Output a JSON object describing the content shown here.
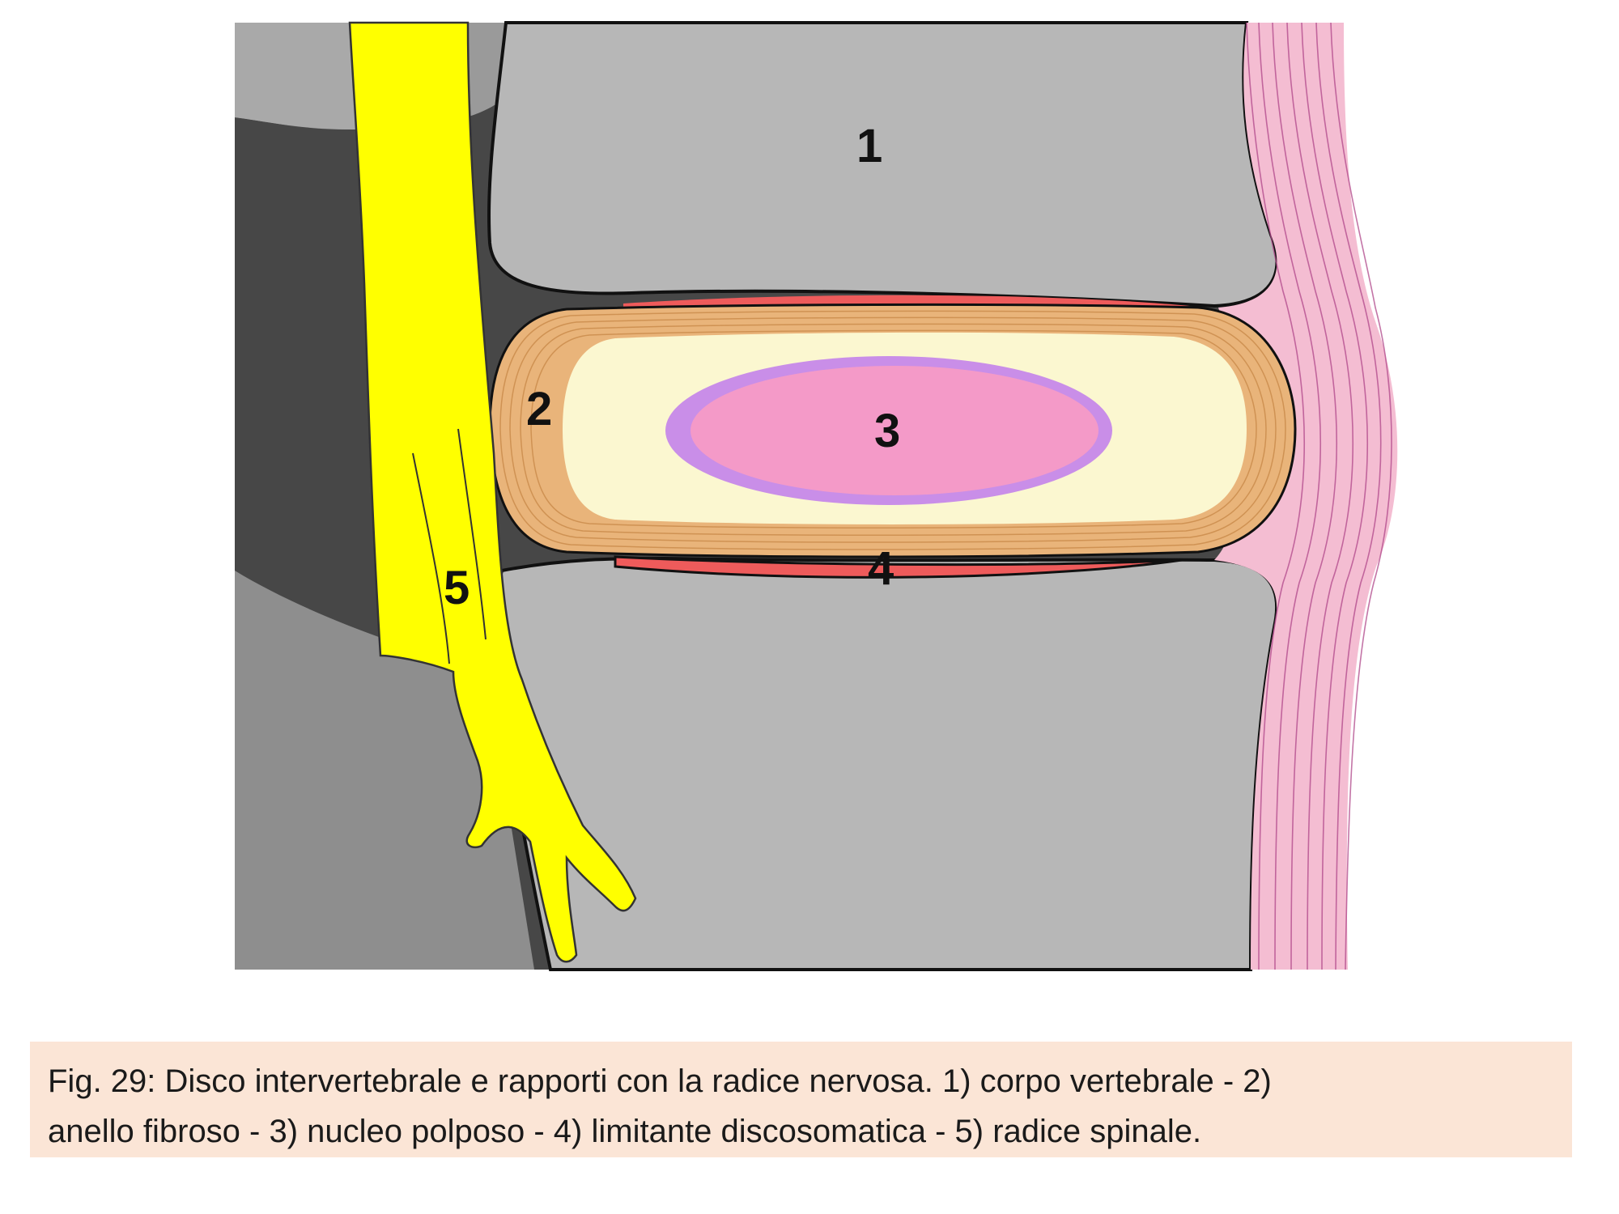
{
  "figure": {
    "labels": {
      "vertebral_body": "1",
      "annulus": "2",
      "nucleus": "3",
      "endplate": "4",
      "root": "5"
    },
    "colors": {
      "bone": "#b7b7b7",
      "bone_light": "#c2c2c2",
      "bone_dark": "#8e8e8e",
      "canal": "#474747",
      "nerve": "#ffff00",
      "annulus": "#e9b47a",
      "disc_inner": "#fbf7d0",
      "nucleus": "#f49ac8",
      "nucleus_halo": "#c98ee8",
      "endplate": "#ee5b5b",
      "ligament": "#f4bdd2",
      "ligament_lines": "#b0478a",
      "caption_bg": "#fbe5d6"
    }
  },
  "caption": {
    "text": "Fig. 29: Disco intervertebrale e rapporti con la radice nervosa. 1) corpo vertebrale - 2)\nanello fibroso - 3) nucleo polposo  - 4)  limitante discosomatica - 5) radice spinale."
  }
}
